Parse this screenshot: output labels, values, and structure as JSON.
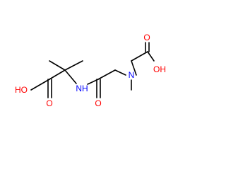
{
  "colors": {
    "background": "#ffffff",
    "bond": "#000000",
    "oxygen": "#ff0000",
    "nitrogen": "#0000ff"
  },
  "molecule": {
    "atoms": {
      "acid1_oh": "HO",
      "acid1_o": "O",
      "amide_nh": "NH",
      "amide_o": "O",
      "amine_n": "N",
      "acid2_o": "O",
      "acid2_oh": "OH"
    }
  }
}
